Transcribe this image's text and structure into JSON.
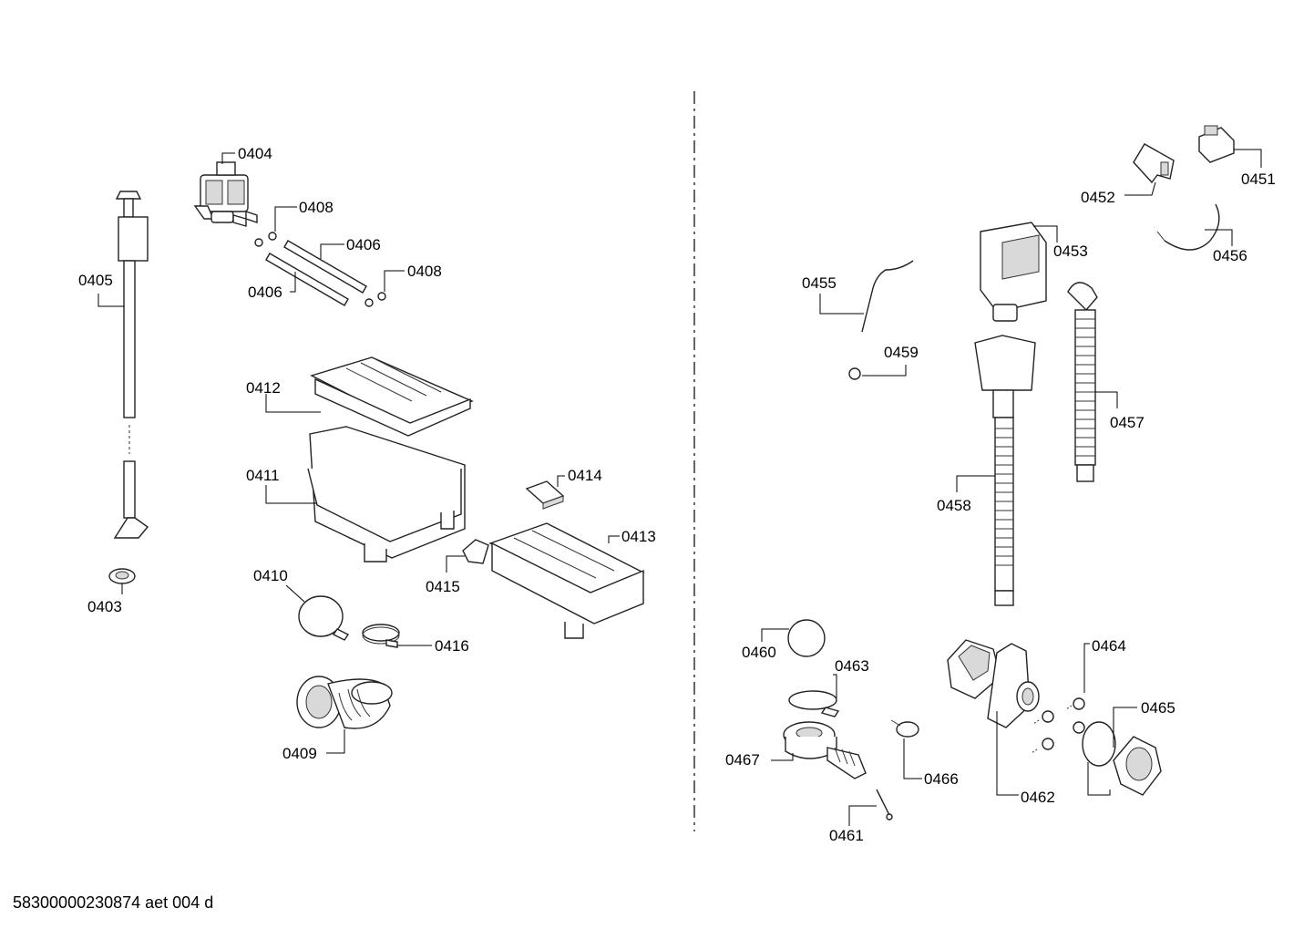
{
  "document_code": "58300000230874 aet 004 d",
  "parts": [
    {
      "id": "p0404",
      "label": "0404"
    },
    {
      "id": "p0408a",
      "label": "0408"
    },
    {
      "id": "p0406a",
      "label": "0406"
    },
    {
      "id": "p0406b",
      "label": "0406"
    },
    {
      "id": "p0408b",
      "label": "0408"
    },
    {
      "id": "p0405",
      "label": "0405"
    },
    {
      "id": "p0412",
      "label": "0412"
    },
    {
      "id": "p0411",
      "label": "0411"
    },
    {
      "id": "p0414",
      "label": "0414"
    },
    {
      "id": "p0413",
      "label": "0413"
    },
    {
      "id": "p0415",
      "label": "0415"
    },
    {
      "id": "p0410",
      "label": "0410"
    },
    {
      "id": "p0403",
      "label": "0403"
    },
    {
      "id": "p0416",
      "label": "0416"
    },
    {
      "id": "p0409",
      "label": "0409"
    },
    {
      "id": "p0451",
      "label": "0451"
    },
    {
      "id": "p0452",
      "label": "0452"
    },
    {
      "id": "p0456",
      "label": "0456"
    },
    {
      "id": "p0453",
      "label": "0453"
    },
    {
      "id": "p0455",
      "label": "0455"
    },
    {
      "id": "p0459",
      "label": "0459"
    },
    {
      "id": "p0457",
      "label": "0457"
    },
    {
      "id": "p0458",
      "label": "0458"
    },
    {
      "id": "p0460",
      "label": "0460"
    },
    {
      "id": "p0463",
      "label": "0463"
    },
    {
      "id": "p0467",
      "label": "0467"
    },
    {
      "id": "p0466",
      "label": "0466"
    },
    {
      "id": "p0462",
      "label": "0462"
    },
    {
      "id": "p0464",
      "label": "0464"
    },
    {
      "id": "p0465",
      "label": "0465"
    },
    {
      "id": "p0461",
      "label": "0461"
    }
  ]
}
